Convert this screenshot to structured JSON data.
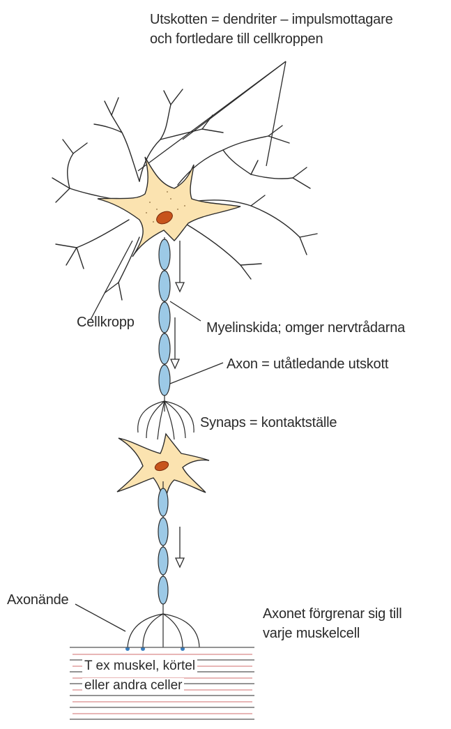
{
  "labels": {
    "dendrites_line1": "Utskotten = dendriter – impulsmottagare",
    "dendrites_line2": "och fortledare till cellkroppen",
    "cell_body": "Cellkropp",
    "myelin": "Myelinskida; omger nervtrådarna",
    "axon": "Axon = utåtledande utskott",
    "synapse": "Synaps = kontaktställe",
    "axon_end": "Axonände",
    "branching_line1": "Axonet förgrenar sig till",
    "branching_line2": "varje muskelcell",
    "target_line1": "T ex muskel, körtel",
    "target_line2": "eller andra celler"
  },
  "colors": {
    "ink": "#2a2a2a",
    "cytoplasm": "#fbe3b0",
    "myelin": "#5aa7d4",
    "nucleus": "#c7541c",
    "muscle_red": "#d98a8a",
    "muscle_dark": "#555555"
  }
}
